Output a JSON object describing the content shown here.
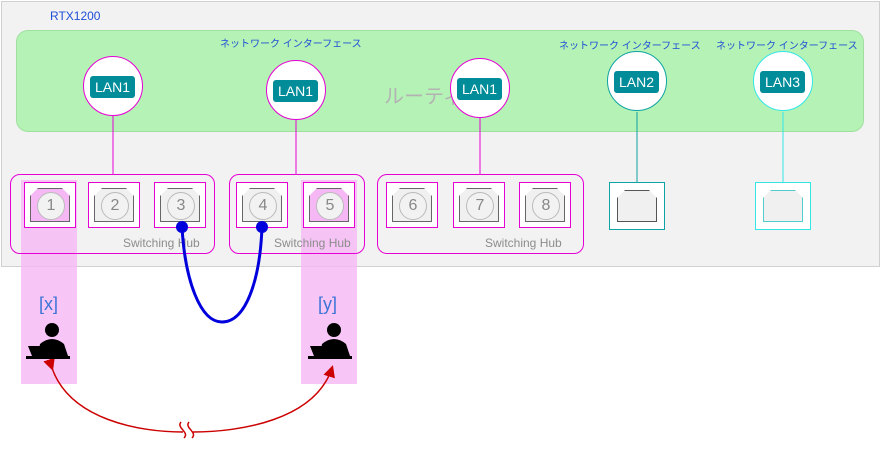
{
  "router": {
    "title": "RTX1200",
    "label": "ルーティ"
  },
  "interfaces": [
    {
      "label": "ネットワーク インターフェース",
      "badge": "LAN1",
      "color": "#e600d6"
    },
    {
      "label": "ネットワーク インターフェース",
      "badge": "LAN2",
      "color": "#0fa3a3"
    },
    {
      "label": "ネットワーク インターフェース",
      "badge": "LAN3",
      "color": "#33e6e6"
    }
  ],
  "lan_badges": [
    "LAN1",
    "LAN1",
    "LAN1",
    "LAN2",
    "LAN3"
  ],
  "hubs": [
    {
      "label": "Switching Hub",
      "ports": [
        "1",
        "2",
        "3"
      ]
    },
    {
      "label": "Switching Hub",
      "ports": [
        "4",
        "5"
      ]
    },
    {
      "label": "Switching Hub",
      "ports": [
        "6",
        "7",
        "8"
      ]
    }
  ],
  "users": [
    {
      "label": "[x]"
    },
    {
      "label": "[y]"
    }
  ],
  "colors": {
    "cable": "#0000dd",
    "link": "#cc0000",
    "highlight": "#f5b8f5",
    "lan1": "#e600d6",
    "lan2": "#0fa3a3",
    "lan3": "#33e6e6"
  }
}
